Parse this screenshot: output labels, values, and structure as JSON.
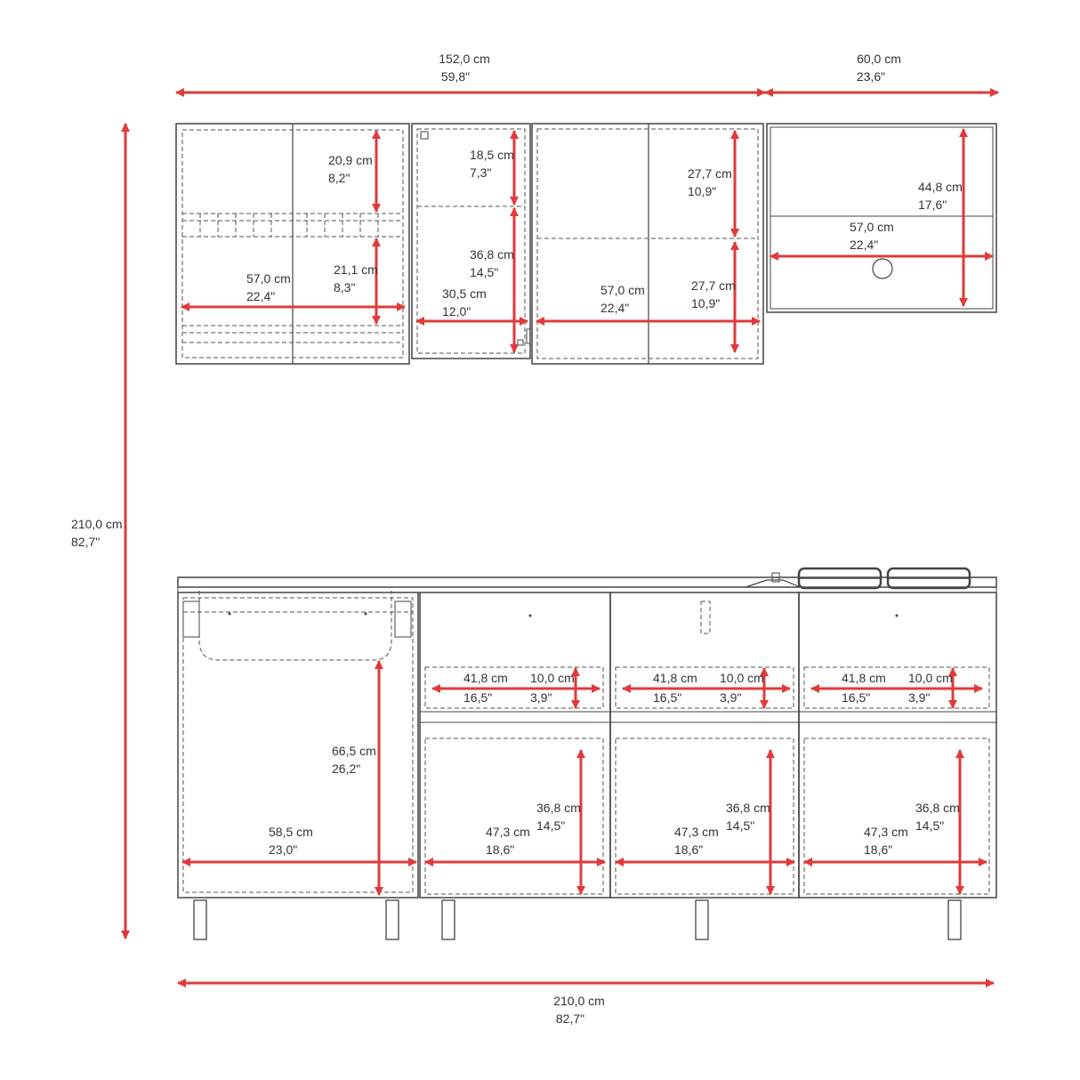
{
  "colors": {
    "dimension": "#e03a3a",
    "outline": "#444444",
    "text": "#333333",
    "background": "#ffffff"
  },
  "dimensions": {
    "top_width": {
      "cm": "152,0 cm",
      "in": "59,8\""
    },
    "top_right": {
      "cm": "60,0 cm",
      "in": "23,6\""
    },
    "total_height": {
      "cm": "210,0 cm",
      "in": "82,7\""
    },
    "bottom_width": {
      "cm": "210,0 cm",
      "in": "82,7\""
    },
    "u1_top_h": {
      "cm": "20,9 cm",
      "in": "8,2\""
    },
    "u1_mid_h": {
      "cm": "21,1 cm",
      "in": "8,3\""
    },
    "u1_w": {
      "cm": "57,0 cm",
      "in": "22,4\""
    },
    "u2_top_h": {
      "cm": "18,5 cm",
      "in": "7,3\""
    },
    "u2_mid_h": {
      "cm": "36,8 cm",
      "in": "14,5\""
    },
    "u2_w": {
      "cm": "30,5 cm",
      "in": "12,0\""
    },
    "u3_top_h": {
      "cm": "27,7 cm",
      "in": "10,9\""
    },
    "u3_bot_h": {
      "cm": "27,7 cm",
      "in": "10,9\""
    },
    "u3_w": {
      "cm": "57,0 cm",
      "in": "22,4\""
    },
    "u4_h": {
      "cm": "44,8 cm",
      "in": "17,6\""
    },
    "u4_w": {
      "cm": "57,0 cm",
      "in": "22,4\""
    },
    "b1_h": {
      "cm": "66,5 cm",
      "in": "26,2\""
    },
    "b1_w": {
      "cm": "58,5 cm",
      "in": "23,0\""
    },
    "drawer_w": {
      "cm": "41,8 cm",
      "in": "16,5\""
    },
    "drawer_h": {
      "cm": "10,0 cm",
      "in": "3,9\""
    },
    "cab_h": {
      "cm": "36,8 cm",
      "in": "14,5\""
    },
    "cab_w": {
      "cm": "47,3 cm",
      "in": "18,6\""
    }
  }
}
